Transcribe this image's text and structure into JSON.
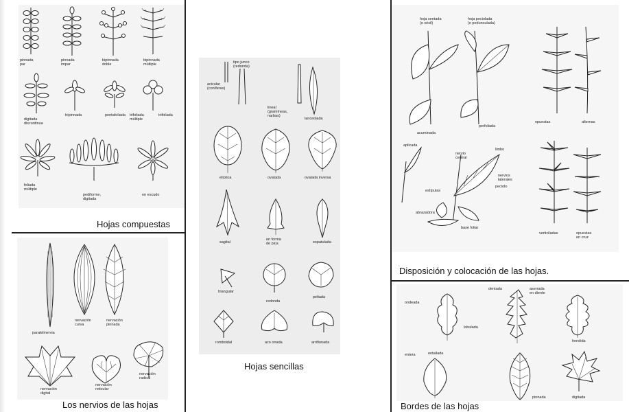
{
  "panels": {
    "compuestas": {
      "caption": "Hojas compuestas",
      "labels": {
        "pinnada_par": "pinnada\npar",
        "pinnada_impar": "pinnada\nimpar",
        "bipinnada_doble": "bipinnada\ndoble",
        "bipinnada_multiple": "bipinnada\nmúltiple",
        "digitada_discontinua": "digitada\ndiscontinua",
        "tripinnada": "tripinnada",
        "pentafoliada": "pentafoliada",
        "trifoliada_multiple": "trifoliada\nmúltiple",
        "trifoliada": "trifoliada",
        "foliada_multiple": "foliada\nmúltiple",
        "pediforme_digitada": "pediforme,\ndigitada",
        "en_escudo": "en escudo"
      }
    },
    "nervios": {
      "caption": "Los nervios de las hojas",
      "labels": {
        "paralelinervia": "paralelinervia",
        "nervacion_curva": "nervación\ncurva",
        "nervacion_pinnada": "nervación\npinnada",
        "nervacion_digital": "nervación\ndigital",
        "nervacion_reticular": "nervación\nreticular",
        "nervacion_radical": "nervación\nradical"
      }
    },
    "sencillas": {
      "caption": "Hojas sencillas",
      "labels": {
        "tipo_junco": "tipo junco\n(redonda)",
        "acicular": "acicular\n(coníferas)",
        "lineal": "lineal\n(gramíneas,\nnarbas)",
        "lanceolada": "lanceolada",
        "eliptica": "elíptica",
        "ovalada": "ovalada",
        "ovalada_inversa": "ovalada inversa",
        "sagital": "sagital",
        "en_forma_de_pica": "en forma\nde pica",
        "espatulada": "espatulada",
        "triangular": "triangular",
        "redonda": "redonda",
        "peltada": "peltada",
        "romboidal": "romboidal",
        "acorazonada": "aco   onada",
        "arriñonada": "arriñonada"
      }
    },
    "disposicion": {
      "caption": "Disposición y colocación de las hojas.",
      "labels": {
        "hoja_sentada": "hoja sentada\n(o sésil)",
        "hoja_peciolada": "hoja peciolada\n(o pedunculada)",
        "acuminada": "acuminada",
        "perfoliada": "perfoliada",
        "opuestas": "opuestas",
        "alternas": "alternas",
        "aplicada": "aplicada",
        "nervio_central": "nervio\ncentral",
        "limbo": "limbo",
        "nervios_laterales": "nervios\nlaterales",
        "peciolo": "peciolo",
        "estipulas": "estípulas",
        "abrazadora": "abrazadora",
        "base_foliar": "base foliar",
        "verticiladas": "verticiladas",
        "opuestas_en_cruz": "opuestas\nen cruz"
      }
    },
    "bordes": {
      "caption": "Bordes de las hojas",
      "labels": {
        "ondeada": "ondeada",
        "lobulada": "lobulada",
        "entera": "entera",
        "entallada": "entallada",
        "dentada": "dentada",
        "aserrada": "aserrada\nen diente",
        "hendida": "hendida",
        "pinnada": "pinnada",
        "digitada": "digitada"
      }
    }
  }
}
